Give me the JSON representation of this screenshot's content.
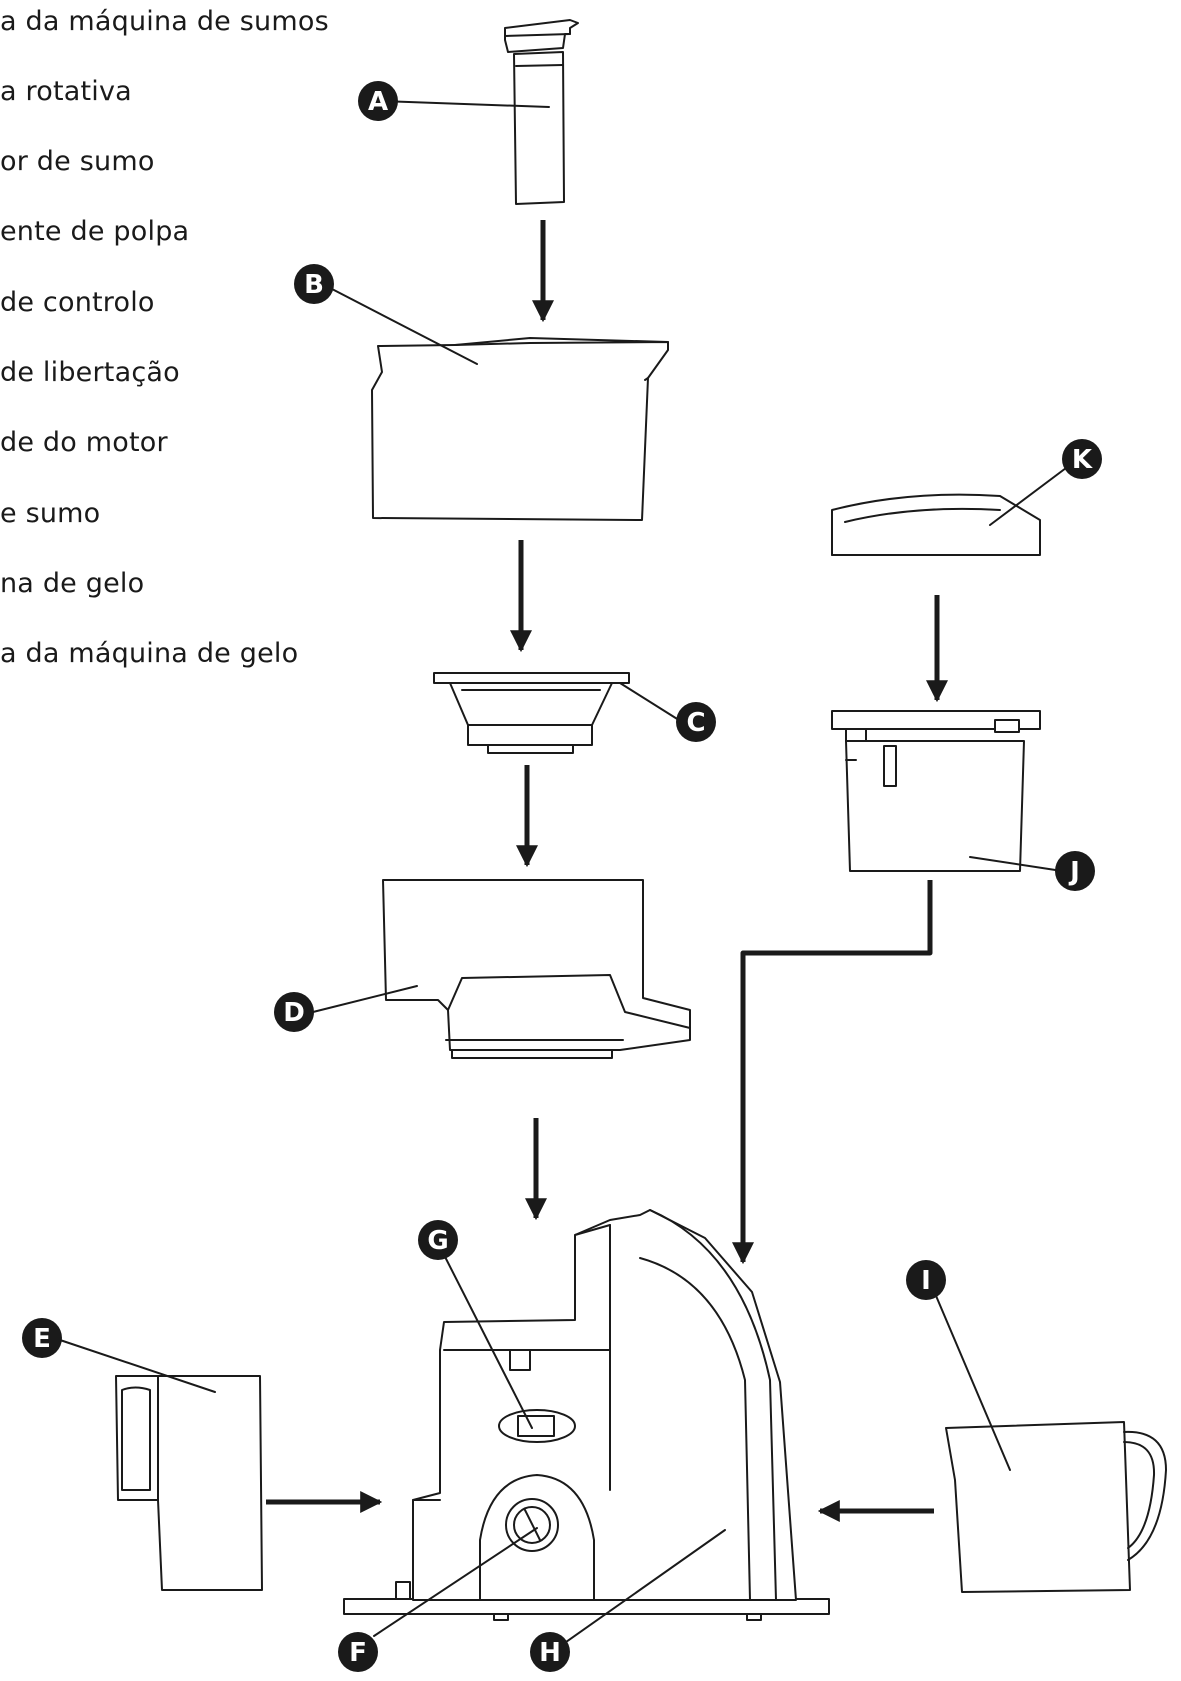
{
  "legend": {
    "items": [
      "a da máquina de sumos",
      "a rotativa",
      "or de sumo",
      "ente de polpa",
      "de controlo",
      "de libertação",
      "de do motor",
      "e sumo",
      "na de gelo",
      "a da máquina de gelo"
    ]
  },
  "callouts": {
    "A": "A",
    "B": "B",
    "C": "C",
    "D": "D",
    "E": "E",
    "F": "F",
    "G": "G",
    "H": "H",
    "I": "I",
    "J": "J",
    "K": "K"
  },
  "colors": {
    "line": "#1a1a1a",
    "background": "#ffffff"
  }
}
